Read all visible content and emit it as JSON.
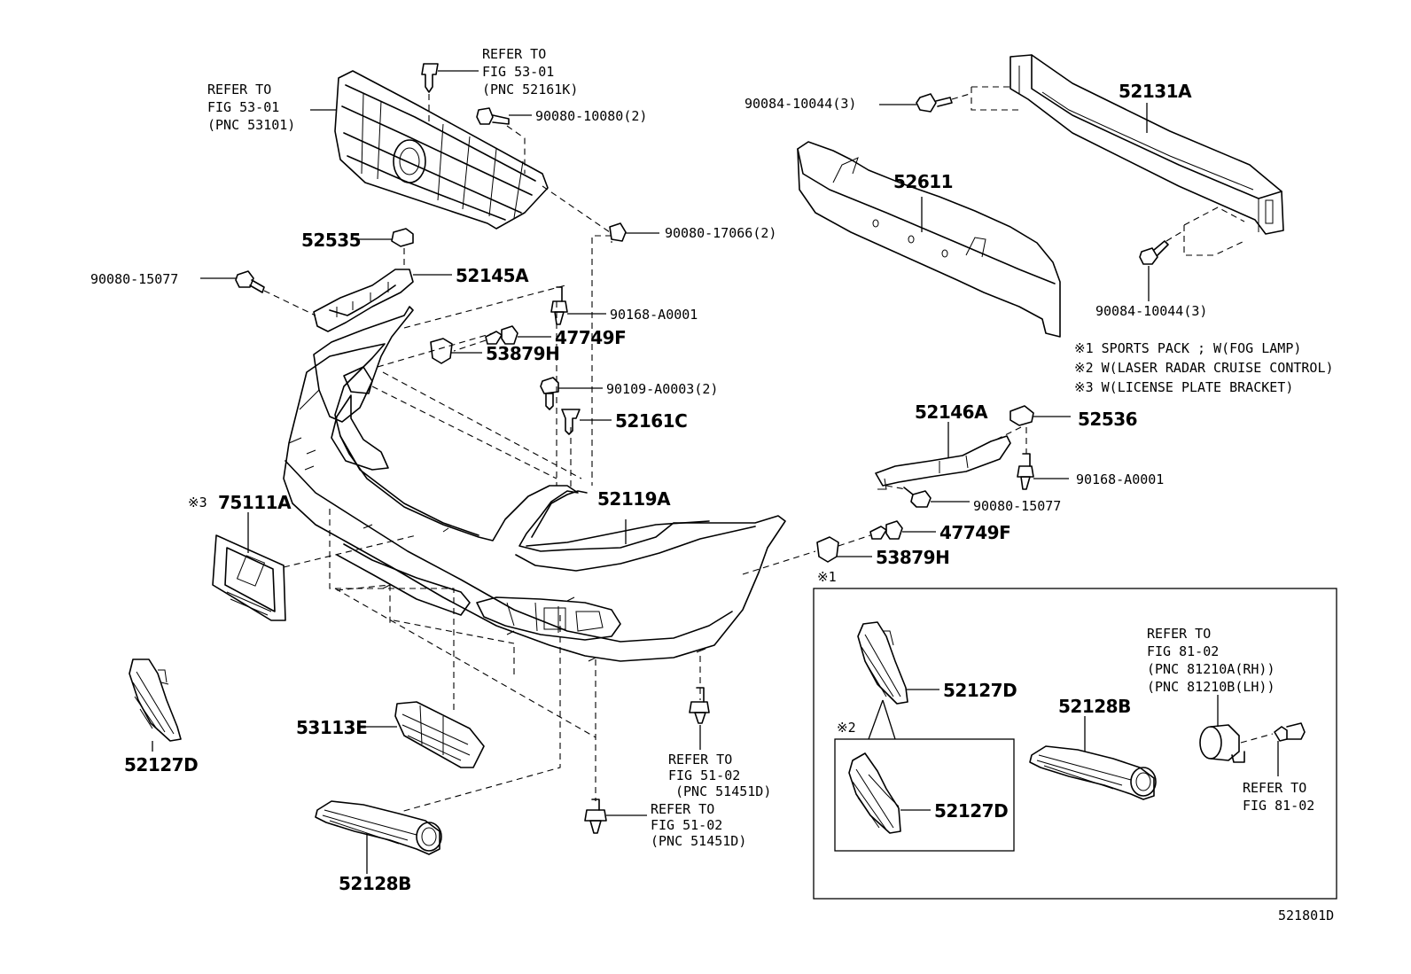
{
  "figure_id": "521801D",
  "labels": {
    "refer_grille": [
      "REFER TO",
      "FIG 53-01",
      "(PNC 53101)"
    ],
    "refer_clip": [
      "REFER TO",
      "FIG 53-01",
      "(PNC 52161K)"
    ],
    "p90080_10080": "90080-10080(2)",
    "p90084_10044_top": "90084-10044(3)",
    "p52131A": "52131A",
    "p52611": "52611",
    "p90080_17066": "90080-17066(2)",
    "p52535": "52535",
    "p52145A": "52145A",
    "p90080_15077_left": "90080-15077",
    "p90168_A0001_left": "90168-A0001",
    "p47749F_left": "47749F",
    "p53879H_left": "53879H",
    "p90109_A0003": "90109-A0003(2)",
    "p52161C": "52161C",
    "p90084_10044_bottom": "90084-10044(3)",
    "p52146A": "52146A",
    "p52536": "52536",
    "p90168_A0001_right": "90168-A0001",
    "p90080_15077_right": "90080-15077",
    "p47749F_right": "47749F",
    "p53879H_right": "53879H",
    "p52119A": "52119A",
    "p75111A": "75111A",
    "mark3": "※3",
    "p52127D_left": "52127D",
    "p53113E": "53113E",
    "p52128B_left": "52128B",
    "refer_bolt1": [
      "REFER TO",
      "FIG 51-02",
      "(PNC 51451D)"
    ],
    "refer_bolt2": [
      "REFER TO",
      "FIG 51-02",
      "(PNC 51451D)"
    ],
    "mark1": "※1",
    "mark2": "※2",
    "p52127D_box1": "52127D",
    "p52127D_box2": "52127D",
    "p52128B_box": "52128B",
    "refer_foglamp": [
      "REFER TO",
      "FIG 81-02",
      "(PNC 81210A(RH))",
      "(PNC 81210B(LH))"
    ],
    "refer_bulb": [
      "REFER TO",
      "FIG 81-02"
    ]
  },
  "notes": [
    "※1 SPORTS PACK ; W(FOG LAMP)",
    "※2 W(LASER RADAR CRUISE CONTROL)",
    "※3 W(LICENSE PLATE BRACKET)"
  ]
}
